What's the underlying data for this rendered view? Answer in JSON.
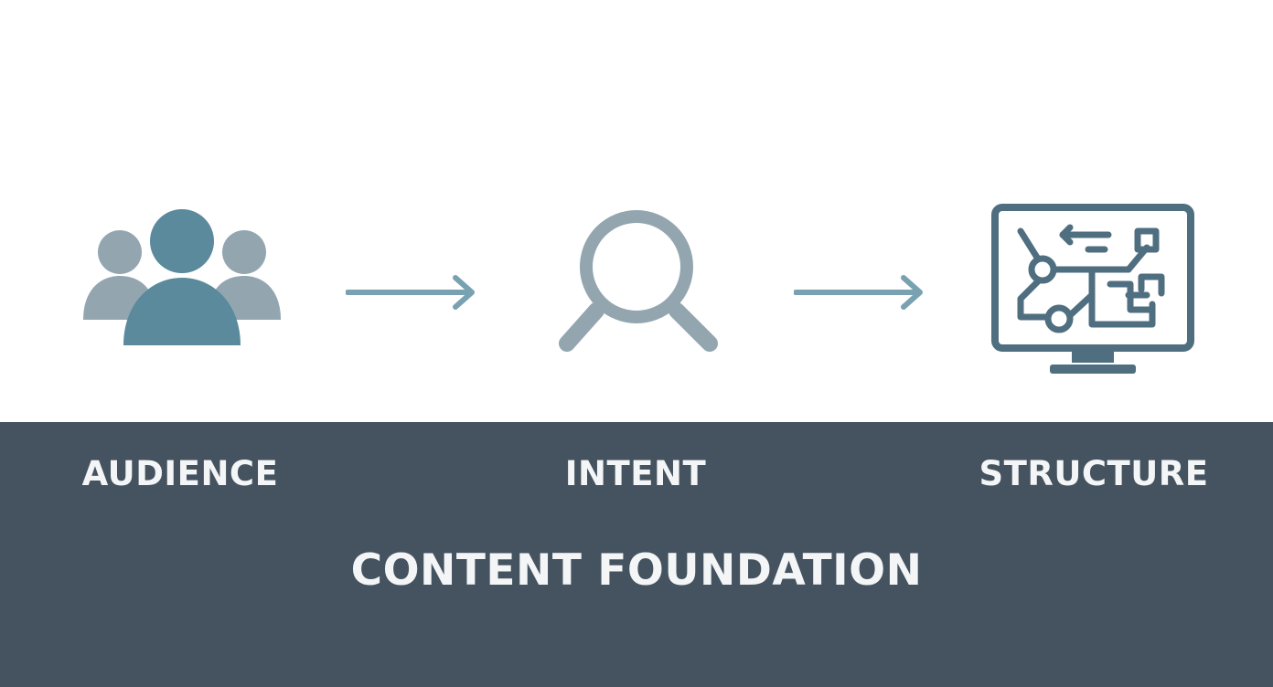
{
  "steps": [
    {
      "label": "AUDIENCE",
      "icon": "people-group-icon"
    },
    {
      "label": "INTENT",
      "icon": "magnifying-glass-icon"
    },
    {
      "label": "STRUCTURE",
      "icon": "monitor-flowchart-icon"
    }
  ],
  "foundation_label": "CONTENT FOUNDATION",
  "colors": {
    "band": "#44535f",
    "text_light": "#f3f5f6",
    "primary_teal": "#5a8a9b",
    "muted_gray_blue": "#93a6b0",
    "monitor_blue": "#4f6f81"
  }
}
